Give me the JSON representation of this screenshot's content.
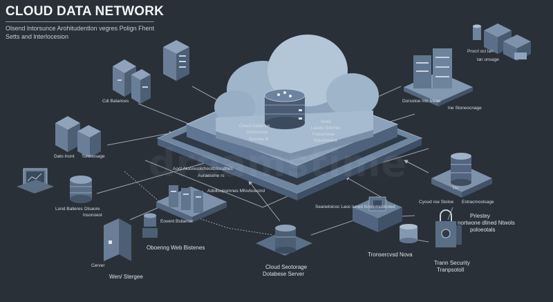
{
  "header": {
    "title": "CLOUD DATA NETWORK",
    "subtitle_line1": "Olsend lntorsunce  Arohitudentlon vegres Polign Fhent",
    "subtitle_line2": "Setts and lnterlocesion"
  },
  "watermark": "dreamstime",
  "center": {
    "cloud_lines": [
      "Cloud Detainse",
      "Smonsone",
      "Suvose ln"
    ],
    "cloud_lines_right": [
      "Mold",
      "Laudo Sobrres",
      "Fetcurnese",
      "Kouurenent"
    ],
    "platform_labels": [
      "Aoct Aluoresolcheoltbitosdhes",
      "Auraesone rs"
    ],
    "ring_label": "Adoltoupsmnes Mfovlsoucnd",
    "path_label": "Seaneloicoc Laoc luned llvocnmoolloted"
  },
  "nodes": {
    "cdi_balances": "Cdi Balances",
    "data_room": "Dato lnont",
    "storage_left": "Tonmosage",
    "load_balancers": "Lond Balleres",
    "disaster_instances": [
      "Dlsaore",
      "lnsonoest"
    ],
    "server": "Cerver",
    "web_storage": "Wen/ Stergee",
    "event_balancer": "Eovent Bsllamer",
    "observing_web": "Oboenng  Web Bistenes",
    "cloud_storage": "Cloud Seotorage",
    "database_server": "Dotabese Server",
    "transcriced_nova": "Tronsercvsd Nova",
    "team_security": "Trann Security",
    "tranpsotoll": "Tranpsotoll",
    "cyoud_storage": "Cyoud roe Stoloe",
    "extraconsage": "Extracmoolsage",
    "protocol_text": [
      "Priestey",
      "nortwone dlined Ntwols",
      "poloeotals"
    ],
    "proud_tunage": [
      "Procrl ocl lan",
      "lan unsage"
    ],
    "dorso_labels": "Dorsotoe lnlc bleas",
    "ine_storemage": "lne Stoneocnage",
    "mini_lanel": "Thl"
  },
  "colors": {
    "background": "#2a3038",
    "platform_top": "#7d93ac",
    "platform_side": "#5b7089",
    "cloud": "#a9bed2",
    "line": "#9aa7b4"
  }
}
